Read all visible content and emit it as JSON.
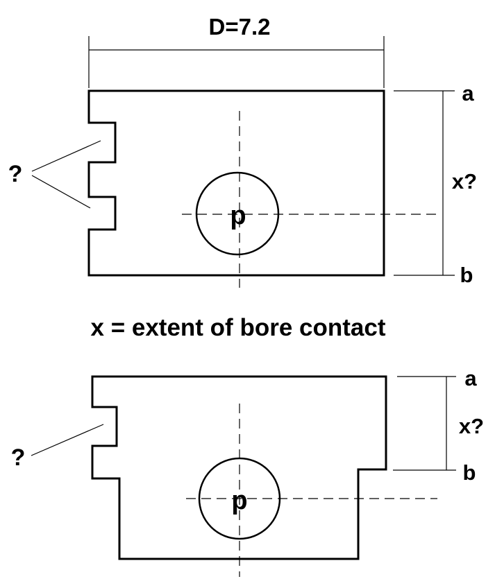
{
  "colors": {
    "ink": "#000000",
    "background": "#ffffff"
  },
  "top_figure": {
    "dimension_label": "D=7.2",
    "question_label": "?",
    "pin_label": "p",
    "span_label": "x?",
    "top_end_label": "a",
    "bottom_end_label": "b"
  },
  "caption": "x = extent of bore contact",
  "bottom_figure": {
    "question_label": "?",
    "pin_label": "p",
    "span_label": "x?",
    "top_end_label": "a",
    "bottom_end_label": "b"
  }
}
